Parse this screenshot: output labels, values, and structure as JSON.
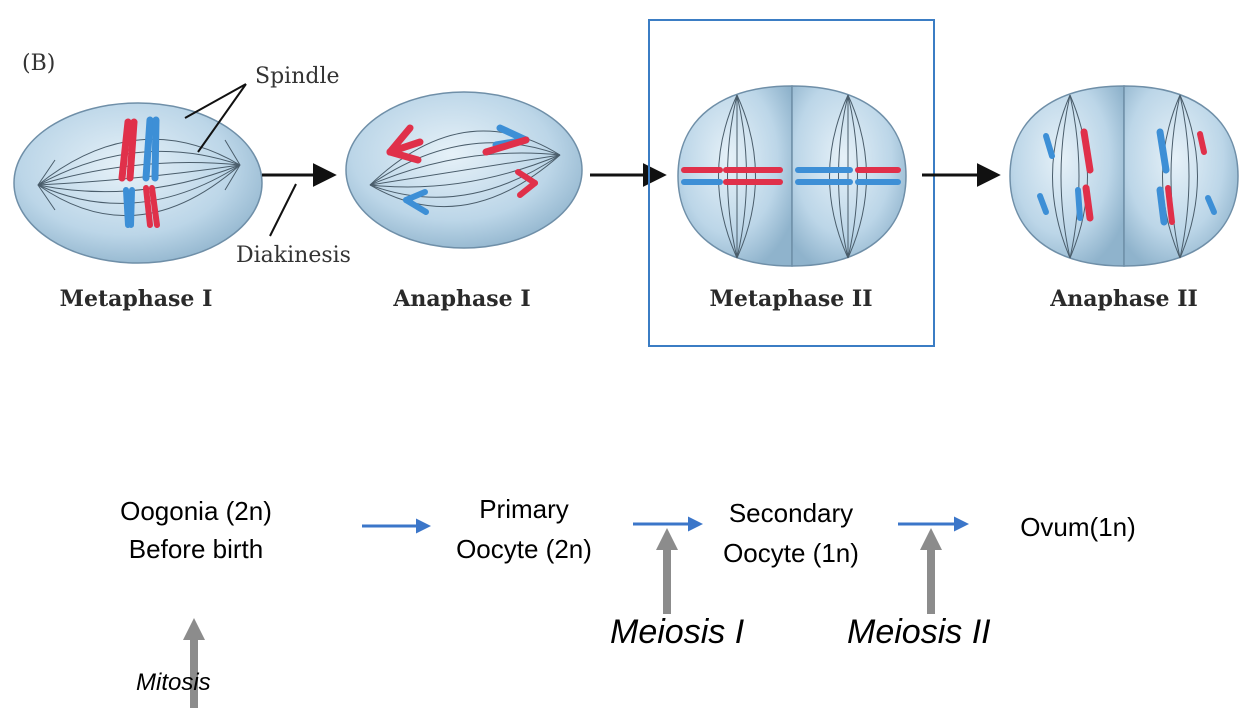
{
  "panel_label": "(B)",
  "annotations": {
    "spindle": "Spindle",
    "diakinesis": "Diakinesis"
  },
  "stages": [
    {
      "label": "Metaphase I"
    },
    {
      "label": "Anaphase I"
    },
    {
      "label": "Metaphase II",
      "highlighted": true
    },
    {
      "label": "Anaphase II"
    }
  ],
  "flow": {
    "oogonia": {
      "line1": "Oogonia (2n)",
      "line2": "Before birth"
    },
    "primary": {
      "line1": "Primary",
      "line2": "Oocyte (2n)"
    },
    "secondary": {
      "line1": "Secondary",
      "line2": "Oocyte (1n)"
    },
    "ovum": {
      "line1": "Ovum(1n)"
    }
  },
  "processes": {
    "meiosis1": "Meiosis I",
    "meiosis2": "Meiosis II",
    "mitosis": "Mitosis"
  },
  "colors": {
    "cell_fill": "#bcd6e8",
    "cell_edge": "#6f8fa8",
    "chrom_red": "#e0304a",
    "chrom_blue": "#3d8fd6",
    "highlight_box": "#3b7dc4",
    "flow_arrow": "#3b76c9",
    "process_arrow": "#8c8c8c"
  }
}
